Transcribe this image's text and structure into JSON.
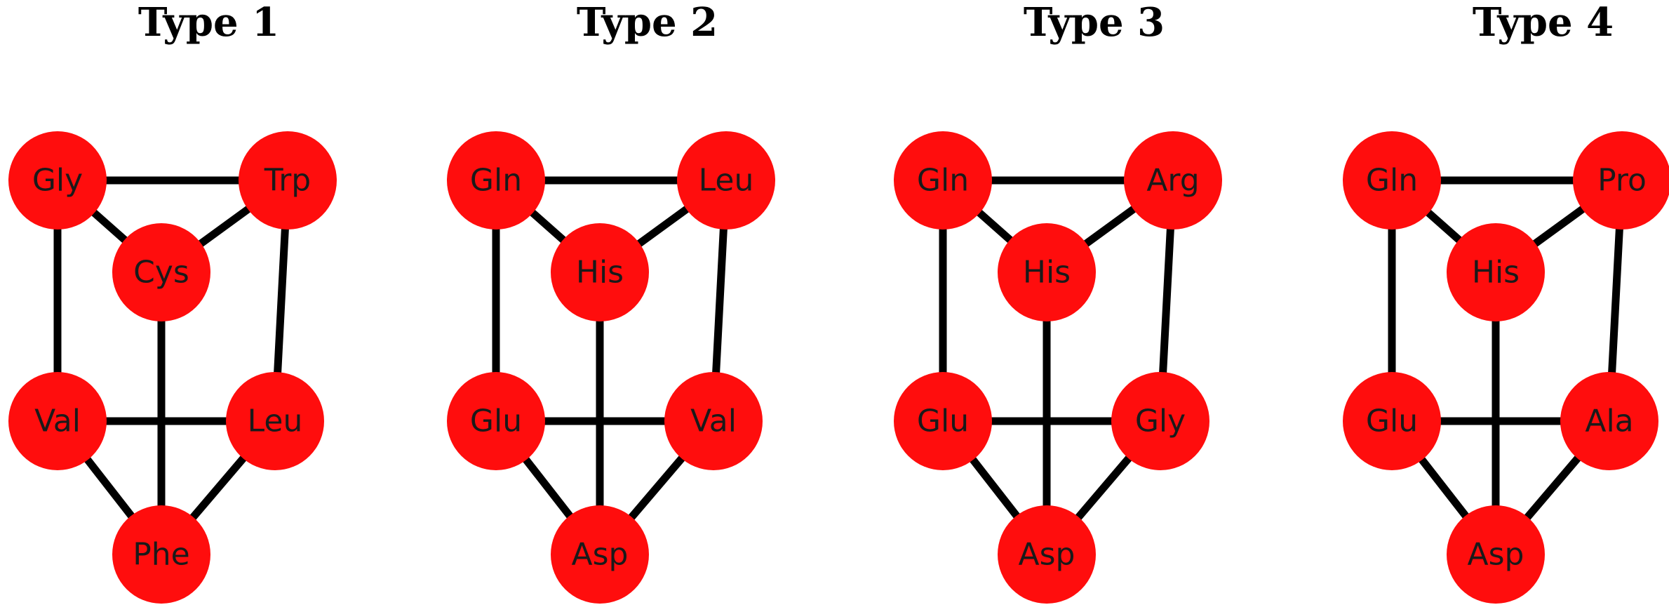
{
  "colors": {
    "node_fill": "#ff0d0d",
    "edge": "#000000",
    "label": "#1a1a1a",
    "background": "#ffffff"
  },
  "panels": [
    {
      "title": "Type 1",
      "nodes": [
        "Gly",
        "Trp",
        "Cys",
        "Val",
        "Leu",
        "Phe"
      ],
      "edges": [
        [
          0,
          1
        ],
        [
          0,
          2
        ],
        [
          1,
          2
        ],
        [
          0,
          3
        ],
        [
          1,
          4
        ],
        [
          2,
          5
        ],
        [
          3,
          4
        ],
        [
          3,
          5
        ],
        [
          4,
          5
        ]
      ]
    },
    {
      "title": "Type 2",
      "nodes": [
        "Gln",
        "Leu",
        "His",
        "Glu",
        "Val",
        "Asp"
      ],
      "edges": [
        [
          0,
          1
        ],
        [
          0,
          2
        ],
        [
          1,
          2
        ],
        [
          0,
          3
        ],
        [
          1,
          4
        ],
        [
          2,
          5
        ],
        [
          3,
          4
        ],
        [
          3,
          5
        ],
        [
          4,
          5
        ]
      ]
    },
    {
      "title": "Type 3",
      "nodes": [
        "Gln",
        "Arg",
        "His",
        "Glu",
        "Gly",
        "Asp"
      ],
      "edges": [
        [
          0,
          1
        ],
        [
          0,
          2
        ],
        [
          1,
          2
        ],
        [
          0,
          3
        ],
        [
          1,
          4
        ],
        [
          2,
          5
        ],
        [
          3,
          4
        ],
        [
          3,
          5
        ],
        [
          4,
          5
        ]
      ]
    },
    {
      "title": "Type 4",
      "nodes": [
        "Gln",
        "Pro",
        "His",
        "Glu",
        "Ala",
        "Asp"
      ],
      "edges": [
        [
          0,
          1
        ],
        [
          0,
          2
        ],
        [
          1,
          2
        ],
        [
          0,
          3
        ],
        [
          1,
          4
        ],
        [
          2,
          5
        ],
        [
          3,
          4
        ],
        [
          3,
          5
        ],
        [
          4,
          5
        ]
      ]
    }
  ]
}
